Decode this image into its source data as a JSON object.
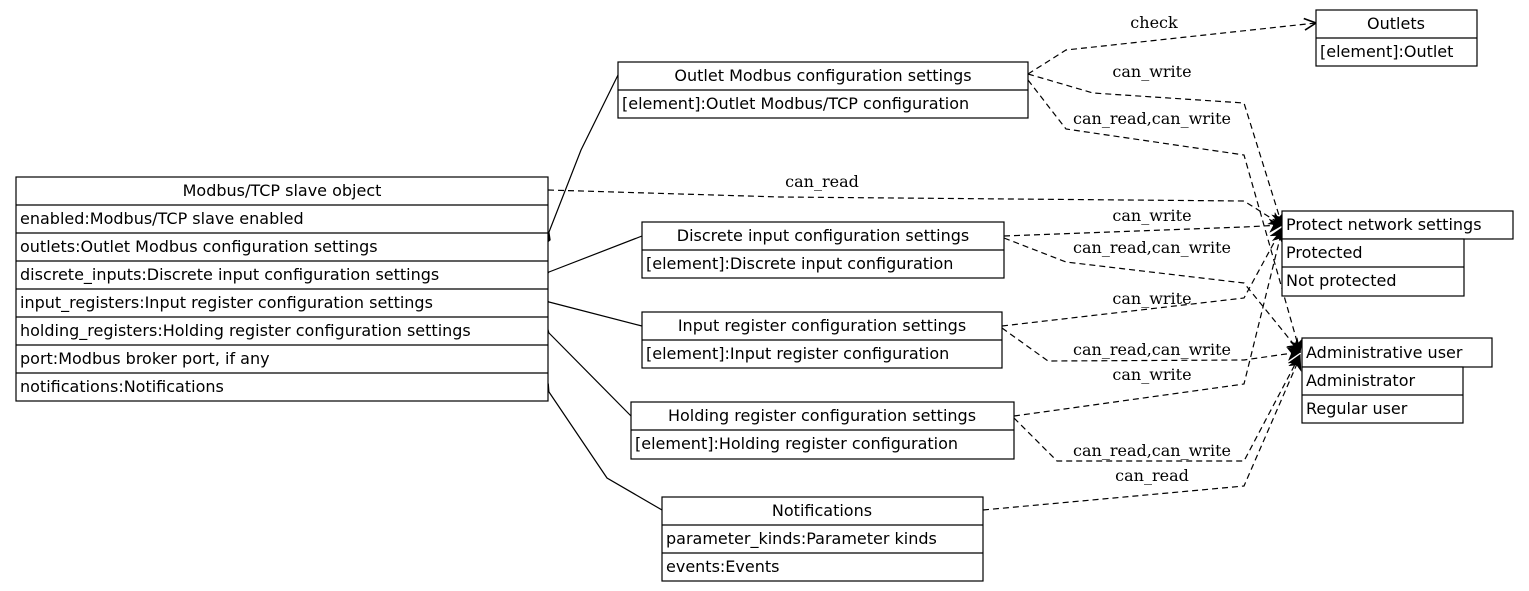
{
  "nodes": {
    "modbus": {
      "title": "Modbus/TCP slave object",
      "rows": [
        "enabled:Modbus/TCP slave enabled",
        "outlets:Outlet Modbus configuration settings",
        "discrete_inputs:Discrete input configuration settings",
        "input_registers:Input register configuration settings",
        "holding_registers:Holding register configuration settings",
        "port:Modbus broker port, if any",
        "notifications:Notifications"
      ]
    },
    "outletModbus": {
      "title": "Outlet Modbus configuration settings",
      "rows": [
        "[element]:Outlet Modbus/TCP configuration"
      ]
    },
    "discrete": {
      "title": "Discrete input configuration settings",
      "rows": [
        "[element]:Discrete input configuration"
      ]
    },
    "inputReg": {
      "title": "Input register configuration settings",
      "rows": [
        "[element]:Input register configuration"
      ]
    },
    "holdingReg": {
      "title": "Holding register configuration settings",
      "rows": [
        "[element]:Holding register configuration"
      ]
    },
    "notifications": {
      "title": "Notifications",
      "rows": [
        "parameter_kinds:Parameter kinds",
        "events:Events"
      ]
    },
    "outlets": {
      "title": "Outlets",
      "rows": [
        "[element]:Outlet"
      ]
    },
    "protect": {
      "title": "Protect network settings",
      "rows": [
        "Protected",
        "Not protected"
      ]
    },
    "admin": {
      "title": "Administrative user",
      "rows": [
        "Administrator",
        "Regular user"
      ]
    }
  },
  "edge_labels": {
    "check": "check",
    "outlet_can_write": "can_write",
    "outlet_can_read_write": "can_read,can_write",
    "modbus_can_read": "can_read",
    "discrete_can_write": "can_write",
    "discrete_can_read_write": "can_read,can_write",
    "input_can_write": "can_write",
    "input_can_read_write": "can_read,can_write",
    "holding_can_write": "can_write",
    "holding_can_read_write": "can_read,can_write",
    "notifications_can_read": "can_read"
  }
}
